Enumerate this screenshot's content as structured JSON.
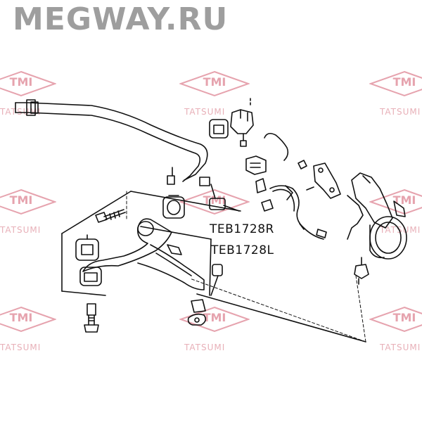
{
  "site_title": "MEGWAY.RU",
  "part_labels": [
    "TEB1728R",
    "TEB1728L"
  ],
  "watermark": {
    "logo_text": "TMI",
    "brand_text": "TATSUMI",
    "color": "#e6a3ae"
  },
  "colors": {
    "title": "#9e9e9e",
    "line": "#111111",
    "background": "#ffffff"
  }
}
